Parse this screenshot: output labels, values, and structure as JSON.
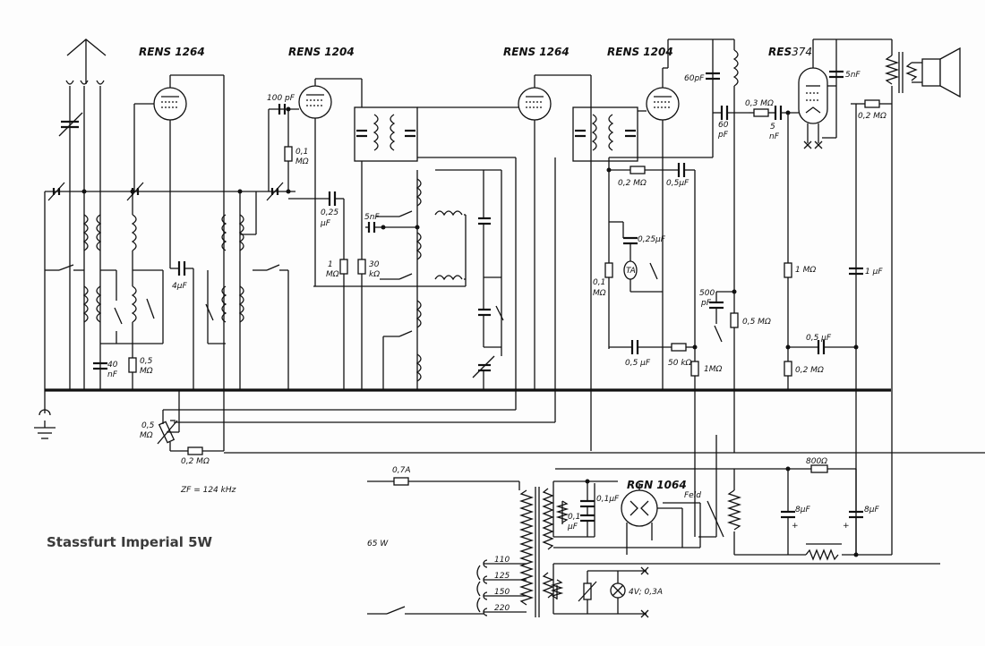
{
  "title": "Stassfurt Imperial 5W",
  "tubes": [
    {
      "id": "v1",
      "label": "RENS 1264"
    },
    {
      "id": "v2",
      "label": "RENS 1204"
    },
    {
      "id": "v3",
      "label": "RENS 1264"
    },
    {
      "id": "v4",
      "label": "RENS 1204"
    },
    {
      "id": "v5",
      "label": "RES",
      "label_suffix": "374"
    },
    {
      "id": "v6",
      "label": "RGN 1064"
    }
  ],
  "components": {
    "c_100pF": "100 pF",
    "r_01_a_top": "0,1",
    "r_01_a_unit": "MΩ",
    "c_025_top": "0,25",
    "c_025_unit": "μF",
    "c_5nF_a": "5nF",
    "r_1M_top": "1",
    "r_1M_unit": "MΩ",
    "r_30k_top": "30",
    "r_30k_unit": "kΩ",
    "c_4uF": "4μF",
    "c_40nF_top": "40",
    "c_40nF_unit": "nF",
    "r_05_a_top": "0,5",
    "r_05_a_unit": "MΩ",
    "pot_05_top": "0,5",
    "pot_05_unit": "MΩ",
    "r_02_a": "0,2 MΩ",
    "zf": "ZF = 124 kHz",
    "c_60pF_a": "60pF",
    "c_60pF_b_top": "60",
    "c_60pF_b_unit": "pF",
    "r_03M": "0,3 MΩ",
    "c_5nF_b_top": "5",
    "c_5nF_b_unit": "nF",
    "c_5nF_c": "5nF",
    "r_02_b": "0,2 MΩ",
    "r_02_c": "0,2 MΩ",
    "c_05uF_a": "0,5μF",
    "c_025uF_b": "0,25μF",
    "ta": "TA",
    "r_01_b_top": "0,1",
    "r_01_b_unit": "MΩ",
    "c_500pF_top": "500",
    "c_500pF_unit": "pF",
    "r_05M_b": "0,5 MΩ",
    "c_05uF_b": "0,5 μF",
    "r_50k": "50 kΩ",
    "r_1M_b": "1MΩ",
    "r_1M_c": "1 MΩ",
    "c_1uF": "1 μF",
    "c_05uF_c": "0,5 μF",
    "r_02_d": "0,2 MΩ",
    "r_800": "800Ω",
    "fuse": "0,7A",
    "c_01uF_a": "0,1μF",
    "c_01uF_b_top": "0,1",
    "c_01uF_b_unit": "μF",
    "feld": "Feld",
    "c_8uF_a": "8μF",
    "c_8uF_b": "8μF",
    "plus_a": "+",
    "plus_b": "+",
    "power": "65 W",
    "v110": "110",
    "v125": "125",
    "v150": "150",
    "v220": "220",
    "lamp": "4V; 0,3A"
  }
}
